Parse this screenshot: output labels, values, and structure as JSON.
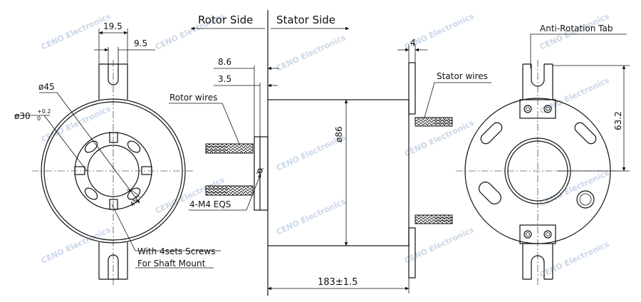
{
  "labels": {
    "rotor_side": "Rotor Side",
    "stator_side": "Stator Side",
    "anti_rotation_tab": "Anti-Rotation Tab",
    "rotor_wires": "Rotor wires",
    "stator_wires": "Stator wires",
    "screw_spec": "4-M4 EQS",
    "note_line1": "With 4sets Screws",
    "note_line2": "For Shaft Mount"
  },
  "dimensions": {
    "d_19_5": "19.5",
    "d_9_5": "9.5",
    "d_45": "ø45",
    "d_30": "ø30",
    "d_30_tol_upper": "+0.2",
    "d_30_tol_lower": "0",
    "d_8_6": "8.6",
    "d_3_5": "3.5",
    "d_86": "ø86",
    "d_4": "4",
    "d_63_2": "63.2",
    "d_183": "183±1.5",
    "d_45deg": "45°"
  },
  "watermark": "CENO Electronics"
}
